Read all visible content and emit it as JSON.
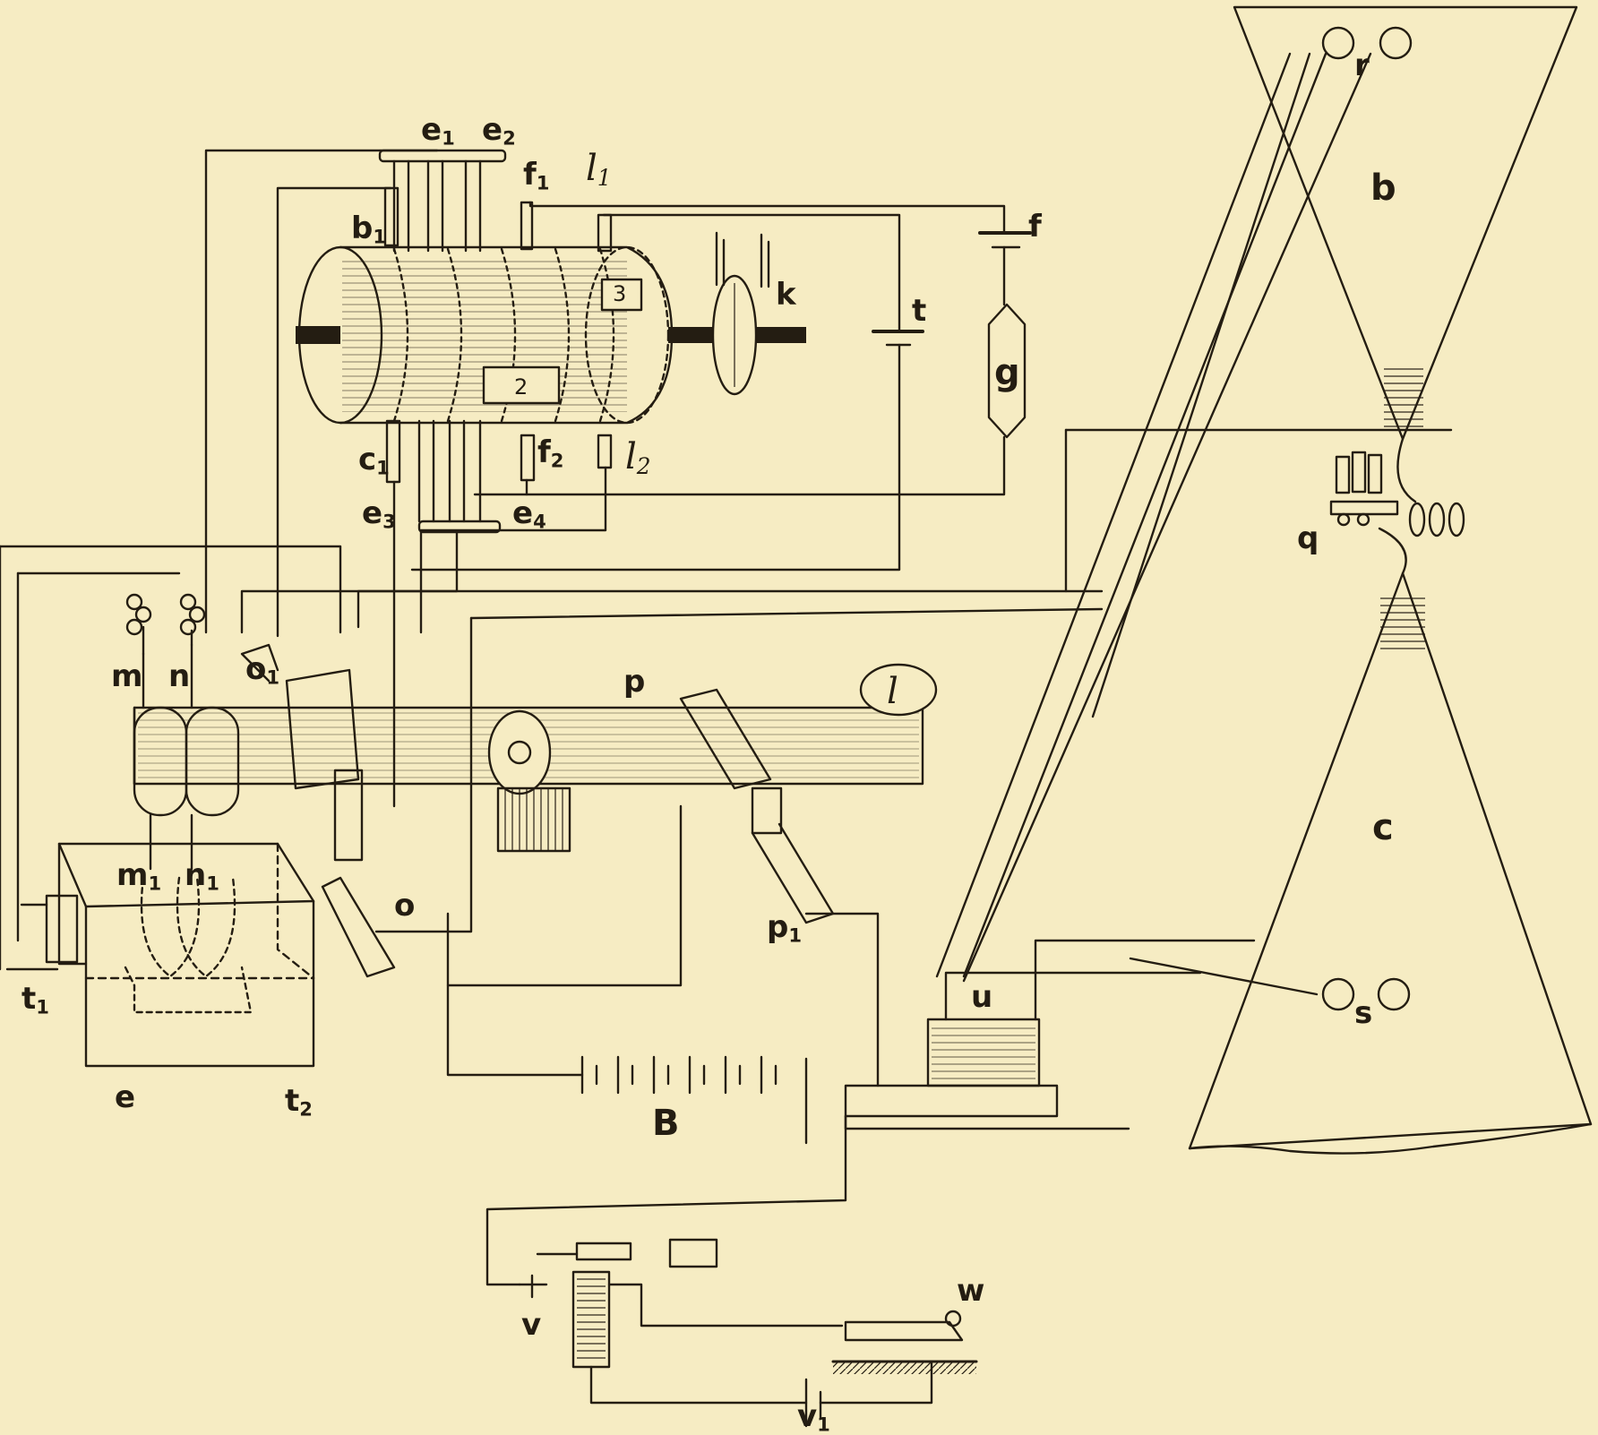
{
  "diagram": {
    "labels": {
      "e1": "e",
      "e1_sub": "1",
      "e2": "e",
      "e2_sub": "2",
      "e3": "e",
      "e3_sub": "3",
      "e4": "e",
      "e4_sub": "4",
      "f1": "f",
      "f1_sub": "1",
      "f2": "f",
      "f2_sub": "2",
      "l1": "l",
      "l1_sub": "1",
      "l2": "l",
      "l2_sub": "2",
      "b1": "b",
      "b1_sub": "1",
      "c1": "c",
      "c1_sub": "1",
      "box3": "3",
      "box2": "2",
      "k": "k",
      "t": "t",
      "f": "f",
      "g": "g",
      "m": "m",
      "n": "n",
      "o1": "o",
      "o1_sub": "1",
      "o": "o",
      "p": "p",
      "p1": "p",
      "p1_sub": "1",
      "l": "l",
      "m1": "m",
      "m1_sub": "1",
      "n1": "n",
      "n1_sub": "1",
      "t1": "t",
      "t1_sub": "1",
      "t2": "t",
      "t2_sub": "2",
      "e": "e",
      "B": "B",
      "u": "u",
      "v": "v",
      "v1": "v",
      "v1_sub": "1",
      "w": "w",
      "q": "q",
      "r": "r",
      "s": "s",
      "b": "b",
      "c": "c"
    }
  },
  "colors": {
    "paper": "#f6ecc3",
    "ink": "#241d12"
  }
}
